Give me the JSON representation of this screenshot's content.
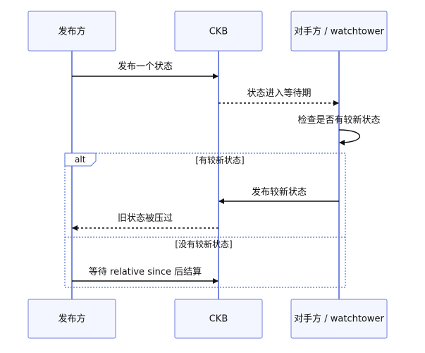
{
  "participants": [
    {
      "id": "publisher",
      "label": "发布方"
    },
    {
      "id": "ckb",
      "label": "CKB"
    },
    {
      "id": "counterparty",
      "label": "对手方 / watchtower"
    }
  ],
  "messages": [
    {
      "id": "publish-state",
      "from": "publisher",
      "to": "ckb",
      "label": "发布一个状态",
      "style": "solid"
    },
    {
      "id": "enter-waiting",
      "from": "ckb",
      "to": "counterparty",
      "label": "状态进入等待期",
      "style": "dashed"
    },
    {
      "id": "check-newer",
      "from": "counterparty",
      "to": "counterparty",
      "label": "检查是否有较新状态",
      "style": "solid"
    },
    {
      "id": "publish-newer",
      "from": "counterparty",
      "to": "ckb",
      "label": "发布较新状态",
      "style": "solid"
    },
    {
      "id": "old-overridden",
      "from": "ckb",
      "to": "publisher",
      "label": "旧状态被压过",
      "style": "dashed"
    },
    {
      "id": "settle-later",
      "from": "publisher",
      "to": "ckb",
      "label": "等待 relative since 后结算",
      "style": "solid"
    }
  ],
  "fragment": {
    "keyword": "alt",
    "conditions": [
      "[有较新状态]",
      "[没有较新状态]"
    ]
  },
  "colors": {
    "participant_fill": "#f4f6ff",
    "participant_border": "#6f7edb",
    "lifeline": "#4a61d8",
    "fragment_border": "#5574d8",
    "message": "#111111"
  }
}
